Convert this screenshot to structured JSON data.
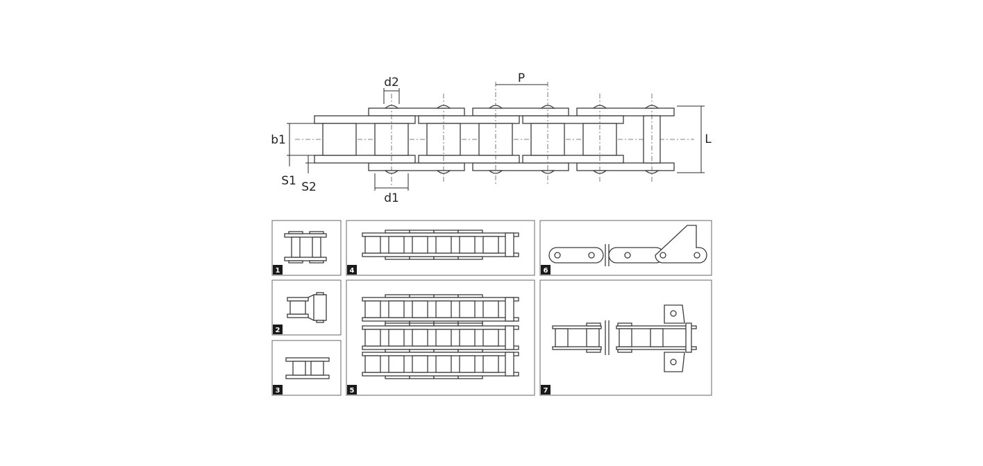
{
  "main_diagram": {
    "labels": {
      "d2": "d2",
      "p": "P",
      "b1": "b1",
      "l": "L",
      "s1": "S1",
      "s2": "S2",
      "d1": "d1"
    }
  },
  "variants": [
    {
      "number": "1"
    },
    {
      "number": "2"
    },
    {
      "number": "3"
    },
    {
      "number": "4"
    },
    {
      "number": "5"
    },
    {
      "number": "6"
    },
    {
      "number": "7"
    }
  ]
}
